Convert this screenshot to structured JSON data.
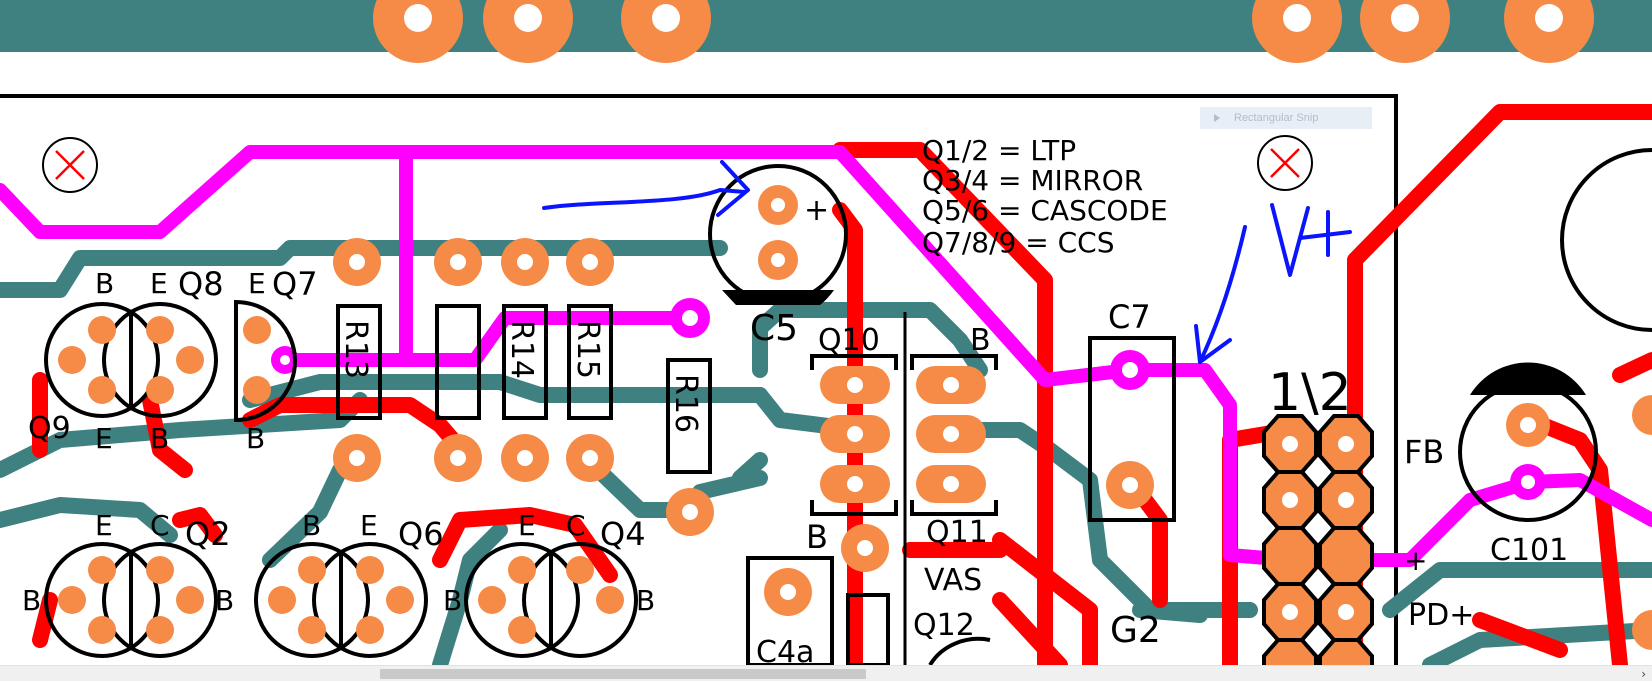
{
  "labels": {
    "q8": "Q8",
    "q7": "Q7",
    "q9": "Q9",
    "q2": "Q2",
    "q6": "Q6",
    "q4": "Q4",
    "q10": "Q10",
    "q11": "Q11",
    "q12": "Q12",
    "vas": "VAS",
    "c5": "C5",
    "c7": "C7",
    "c101": "C101",
    "c4a": "C4a",
    "r13": "R13",
    "r14": "R14",
    "r15": "R15",
    "r16": "R16",
    "g2": "G2",
    "fb": "FB",
    "pd_plus": "PD+",
    "plus": "+",
    "header_pins": "1\\2",
    "b": "B",
    "e": "E",
    "c": "C",
    "vplus": "V+"
  },
  "notes": [
    "Q1/2 = LTP",
    "Q3/4 = MIRROR",
    "Q5/6 = CASCODE",
    "Q7/8/9 = CCS"
  ],
  "tooltip": "Rectangular Snip",
  "colors": {
    "trace_teal": "#3f8180",
    "trace_red": "#ff0000",
    "trace_magenta": "#ff00ff",
    "pad": "#f58b47",
    "ink_blue": "#0a14ff"
  }
}
